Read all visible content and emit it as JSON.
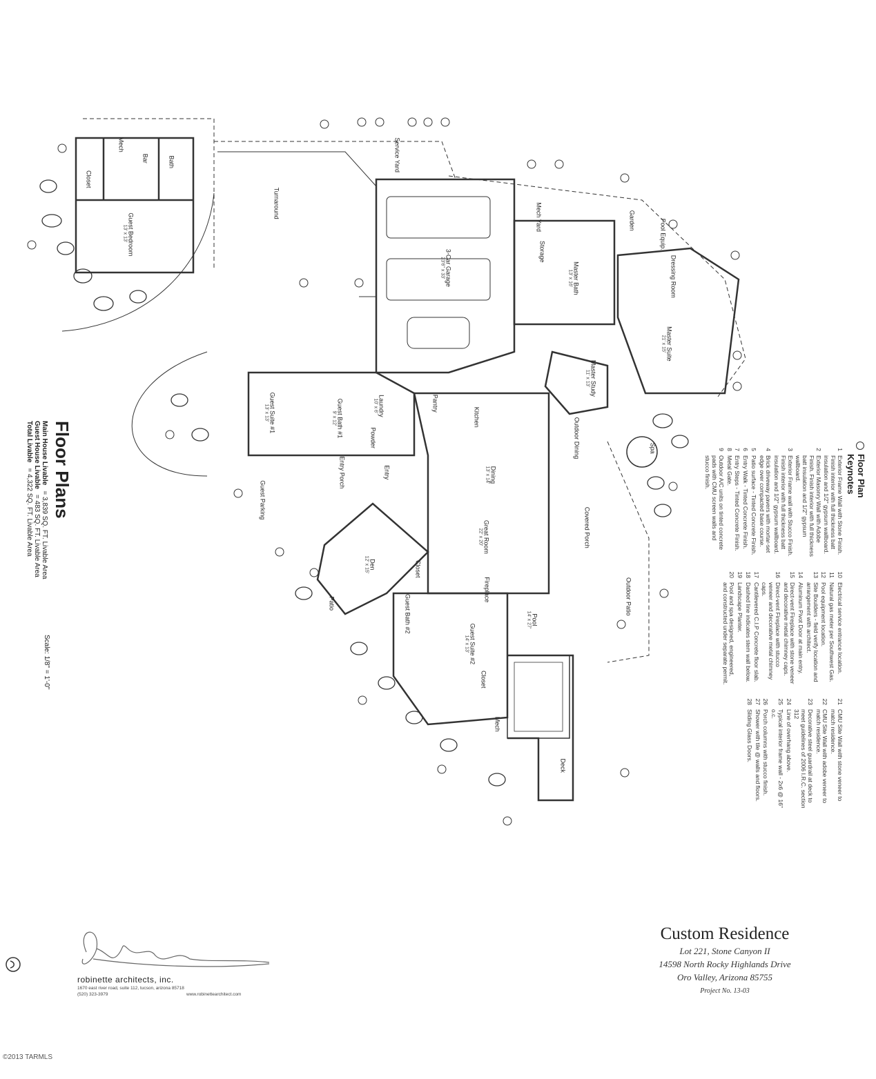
{
  "keynotes_title": "Floor Plan",
  "keynotes_subtitle": "Keynotes",
  "keynotes": [
    {
      "n": "1",
      "t": "Exterior Frame Wall with Stone Finish. Finish interior with full thickness batt insulation and 1/2\" gypsum wallboard."
    },
    {
      "n": "2",
      "t": "Exterior Masonry Wall with Adobe Finish. Finish interior with full thickness batt insulation and 1/2\" gypsum wallboard."
    },
    {
      "n": "3",
      "t": "Exterior Frame wall with Stucco Finish. Finish interior with full thickness batt insulation and 1/2\" gypsum wallboard."
    },
    {
      "n": "4",
      "t": "Brick driveway pavers with mortar-set edge over compacted base course."
    },
    {
      "n": "5",
      "t": "Patio surface - Tinted Concrete Finish."
    },
    {
      "n": "6",
      "t": "Entry Walk - Tinted Concrete Finish."
    },
    {
      "n": "7",
      "t": "Entry Steps - Tinted Concrete Finish."
    },
    {
      "n": "8",
      "t": "Metal Gate."
    },
    {
      "n": "9",
      "t": "Outdoor A/C units on tinted concrete pads with CMU screen walls and stucco finish."
    },
    {
      "n": "10",
      "t": "Electrical service entrance location."
    },
    {
      "n": "11",
      "t": "Natural gas meter per Southwest Gas."
    },
    {
      "n": "12",
      "t": "Pool equipment location."
    },
    {
      "n": "13",
      "t": "Site Boulders - field verify location and arrangement with architect."
    },
    {
      "n": "14",
      "t": "Aluminum Pivot Door at main entry."
    },
    {
      "n": "15",
      "t": "Direct-vent Fireplace with stone veneer and decorative metal chimney caps."
    },
    {
      "n": "16",
      "t": "Direct-vent Fireplace with stucco veneer and decorative metal chimney caps."
    },
    {
      "n": "17",
      "t": "Cantilevered C.I.P Concrete floor slab."
    },
    {
      "n": "18",
      "t": "Dashed line indicates stem wall below."
    },
    {
      "n": "19",
      "t": "Landscape Planter."
    },
    {
      "n": "20",
      "t": "Pool and spa designed, engineered, and constructed under separate permit."
    },
    {
      "n": "21",
      "t": "CMU Site Wall with stone veneer to match residence."
    },
    {
      "n": "22",
      "t": "CMU Site Wall with adobe veneer to match residence."
    },
    {
      "n": "23",
      "t": "Decorative steel guardrail at deck to meet guidelines of 2006 I.R.C. section 312"
    },
    {
      "n": "24",
      "t": "Line of overhang above."
    },
    {
      "n": "25",
      "t": "Typical interior frame wall - 2x6 @ 16\" o.c."
    },
    {
      "n": "26",
      "t": "Porch columns with stucco finish."
    },
    {
      "n": "27",
      "t": "Shower with tile @ walls and floors."
    },
    {
      "n": "28",
      "t": "Sliding Glass Doors."
    }
  ],
  "floor_plans_title": "Floor Plans",
  "areas": [
    {
      "label": "Main House Livable",
      "value": "= 3,839 SQ. FT. Livable Area"
    },
    {
      "label": "Guest House Livable",
      "value": "= 483 SQ. FT. Livable Area"
    },
    {
      "label": "Total Livable",
      "value": "= 4,322 SQ. FT. Livable Area"
    }
  ],
  "scale_text": "Scale: 1/8\" = 1'-0\"",
  "rooms": [
    {
      "name": "Turnaround",
      "dim": ""
    },
    {
      "name": "3-Car Garage",
      "dim": "23'6\" x 33'"
    },
    {
      "name": "Guest Bedroom",
      "dim": "13' x 13'"
    },
    {
      "name": "Bar",
      "dim": ""
    },
    {
      "name": "Bath",
      "dim": ""
    },
    {
      "name": "Closet",
      "dim": ""
    },
    {
      "name": "Mech",
      "dim": ""
    },
    {
      "name": "Service Yard",
      "dim": ""
    },
    {
      "name": "Mech Yard",
      "dim": ""
    },
    {
      "name": "Storage",
      "dim": ""
    },
    {
      "name": "Garden",
      "dim": ""
    },
    {
      "name": "Pool Equip.",
      "dim": ""
    },
    {
      "name": "Master Bath",
      "dim": "13' x 16'"
    },
    {
      "name": "Dressing Room",
      "dim": ""
    },
    {
      "name": "Master Suite",
      "dim": "21' x 15'"
    },
    {
      "name": "Master Study",
      "dim": "11' x 13'"
    },
    {
      "name": "Guest Suite #1",
      "dim": "13' x 13'"
    },
    {
      "name": "Laundry",
      "dim": "10' x 6'"
    },
    {
      "name": "Guest Bath #1",
      "dim": "9' x 12'"
    },
    {
      "name": "Powder",
      "dim": ""
    },
    {
      "name": "Kitchen",
      "dim": ""
    },
    {
      "name": "Pantry",
      "dim": ""
    },
    {
      "name": "Outdoor Dining",
      "dim": ""
    },
    {
      "name": "Dining",
      "dim": "13' x 14'"
    },
    {
      "name": "Great Room",
      "dim": "22' x 20'"
    },
    {
      "name": "Covered Porch",
      "dim": ""
    },
    {
      "name": "Spa",
      "dim": ""
    },
    {
      "name": "Outdoor Patio",
      "dim": ""
    },
    {
      "name": "Entry",
      "dim": ""
    },
    {
      "name": "Entry Porch",
      "dim": ""
    },
    {
      "name": "Guest Parking",
      "dim": ""
    },
    {
      "name": "Den",
      "dim": "12' x 15'"
    },
    {
      "name": "Closet",
      "dim": ""
    },
    {
      "name": "Patio",
      "dim": ""
    },
    {
      "name": "Guest Bath #2",
      "dim": ""
    },
    {
      "name": "Guest Suite #2",
      "dim": "14' x 13'"
    },
    {
      "name": "Pool",
      "dim": "14' x 27'"
    },
    {
      "name": "Closet",
      "dim": ""
    },
    {
      "name": "Deck",
      "dim": ""
    },
    {
      "name": "Mech",
      "dim": ""
    },
    {
      "name": "Fireplace",
      "dim": ""
    }
  ],
  "title_block": {
    "project": "Custom Residence",
    "lot": "Lot 221, Stone Canyon II",
    "street": "14598 North Rocky Highlands Drive",
    "city": "Oro Valley, Arizona 85755",
    "project_no": "Project No. 13-03"
  },
  "firm": {
    "name": "robinette architects, inc.",
    "address": "1670 east river road, suite 112, tucson, arizona 85718",
    "phone": "(520) 323-3979",
    "web": "www.robinettearchitect.com"
  },
  "copyright": "©2013 TARMLS",
  "colors": {
    "ink": "#2a2a2a",
    "paper": "#ffffff",
    "line": "#333333"
  }
}
